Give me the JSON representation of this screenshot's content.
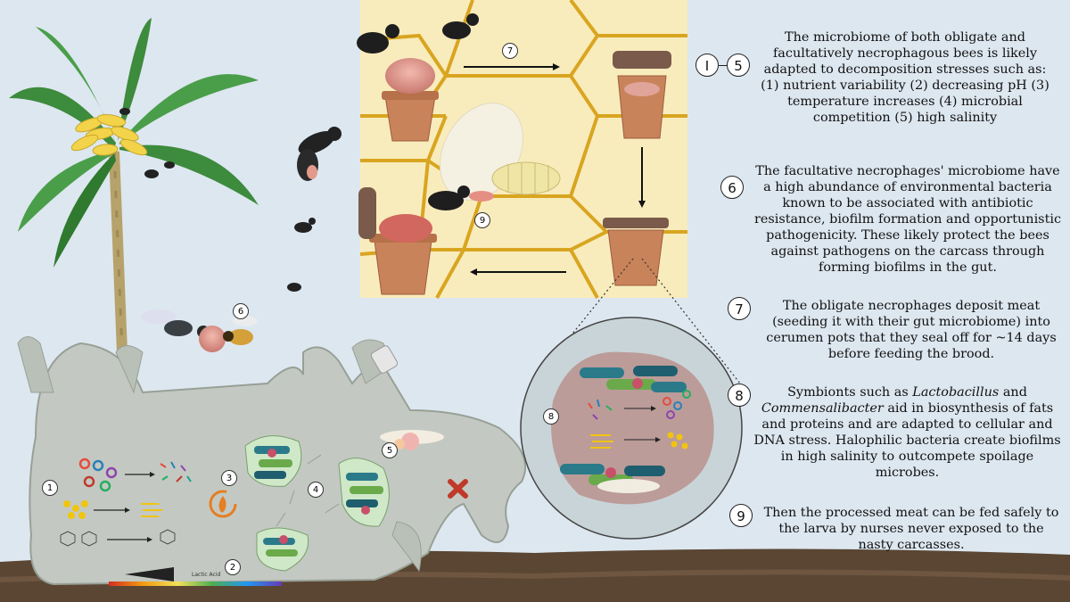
{
  "captions": {
    "c1to5": {
      "num_a": "I",
      "num_b": "5",
      "text": "The microbiome of both obligate and facultatively necrophagous bees is likely adapted to decomposition stresses such as: (1) nutrient variability (2) decreasing pH (3) temperature increases (4) microbial competition (5) high salinity"
    },
    "c6": {
      "num": "6",
      "text": "The facultative necrophages' microbiome have a high abundance of environmental bacteria known to be associated with antibiotic resistance, biofilm formation and opportunistic pathogenicity. These likely protect the bees against pathogens on the carcass through forming biofilms in the gut."
    },
    "c7": {
      "num": "7",
      "text": "The obligate necrophages deposit meat (seeding it with their gut microbiome) into cerumen pots that they seal off for ~14 days before feeding the brood."
    },
    "c8": {
      "num": "8",
      "text_part1": "Symbionts such as ",
      "genus1": "Lactobacillus",
      "text_part2": " and ",
      "genus2": "Commensalibacter",
      "text_part3": " aid in biosynthesis of fats and proteins and are adapted to cellular and DNA stress. Halophilic bacteria create biofilms in high salinity to outcompete spoilage microbes."
    },
    "c9": {
      "num": "9",
      "text": "Then the processed meat can be fed safely to the larva by nurses never exposed to the nasty carcasses."
    }
  },
  "figure_markers": {
    "m1": "1",
    "m2": "2",
    "m3": "3",
    "m4": "4",
    "m5": "5",
    "m6": "6",
    "m7": "7",
    "m8": "8",
    "m9": "9",
    "lactic_acid": "Lactic Acid"
  },
  "colors": {
    "background": "#dde7f0",
    "hive_fill": "#f9ecbc",
    "hive_stroke": "#d9a520",
    "carcass": "#c3c9c2",
    "soil": "#5a4633",
    "pot": "#c9835a"
  }
}
